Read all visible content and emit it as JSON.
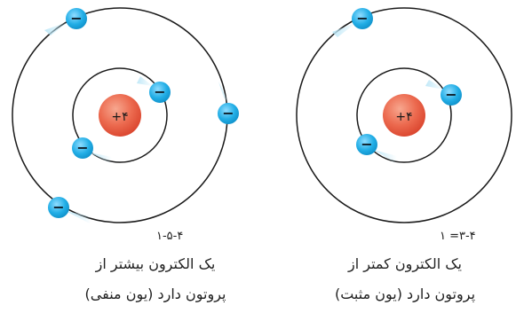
{
  "colors": {
    "orbit": "#1a1a1a",
    "nucleus": "#e8553c",
    "nucleus_highlight": "#f7a78f",
    "electron": "#18a6e0",
    "electron_highlight": "#8fdcff",
    "electron_sign": "#0d1a24",
    "trail": "#bde7f7"
  },
  "diagrams": [
    {
      "nucleus_label": "+۴",
      "equation": "۱-۵-۴",
      "description_line1": "یک الکترون بیشتر از",
      "description_line2": "پروتون دارد (یون منفی)",
      "electron_count": 5,
      "electron_sign": "−"
    },
    {
      "nucleus_label": "+۴",
      "equation": "۱ =۳-۴",
      "description_line1": "یک الکترون کمتر از",
      "description_line2": "پروتون دارد (یون مثبت)",
      "electron_count": 3,
      "electron_sign": "−"
    }
  ]
}
